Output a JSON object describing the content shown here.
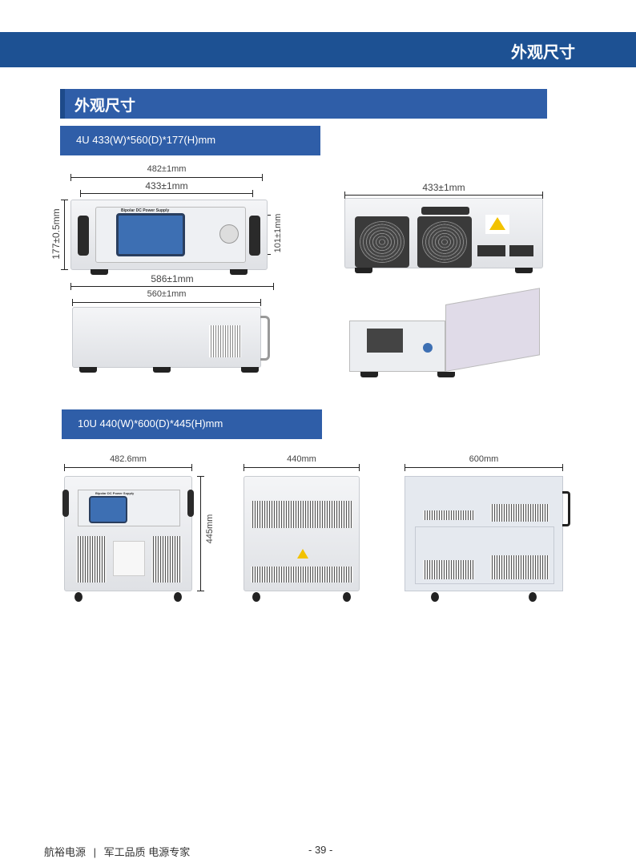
{
  "header": {
    "title": "外观尺寸"
  },
  "section": {
    "title": "外观尺寸"
  },
  "model_4u": {
    "label": "4U 433(W)*560(D)*177(H)mm",
    "front": {
      "panel_title": "Bipolar DC Power Supply",
      "width_outer": "482±1mm",
      "width_inner": "433±1mm",
      "height": "177±0.5mm",
      "handle_height": "101±1mm"
    },
    "side": {
      "depth_outer": "586±1mm",
      "depth_inner": "560±1mm"
    },
    "rear": {
      "width": "433±1mm"
    }
  },
  "model_10u": {
    "label": "10U 440(W)*600(D)*445(H)mm",
    "front": {
      "panel_title": "Bipolar DC Power Supply",
      "width": "482.6mm",
      "height": "445mm"
    },
    "rear": {
      "width": "440mm"
    },
    "side": {
      "depth": "600mm"
    }
  },
  "footer": {
    "brand": "航裕电源",
    "separator": "|",
    "slogan": "军工品质 电源专家",
    "page": "- 39 -"
  }
}
